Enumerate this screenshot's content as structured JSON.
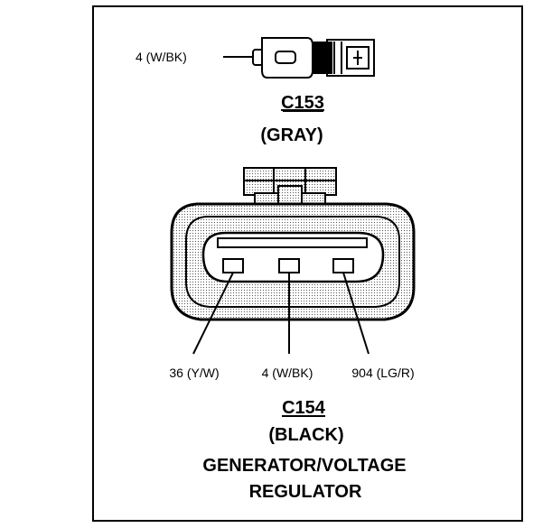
{
  "c153": {
    "wire_label": "4 (W/BK)",
    "connector_id": "C153",
    "color": "(GRAY)"
  },
  "c154": {
    "connector_id": "C154",
    "color": "(BLACK)",
    "pins": [
      {
        "label": "36 (Y/W)"
      },
      {
        "label": "4 (W/BK)"
      },
      {
        "label": "904 (LG/R)"
      }
    ]
  },
  "component": {
    "line1": "GENERATOR/VOLTAGE",
    "line2": "REGULATOR"
  },
  "colors": {
    "ink": "#000000",
    "shell_fill": "#d9d9d9",
    "paper": "#ffffff"
  }
}
